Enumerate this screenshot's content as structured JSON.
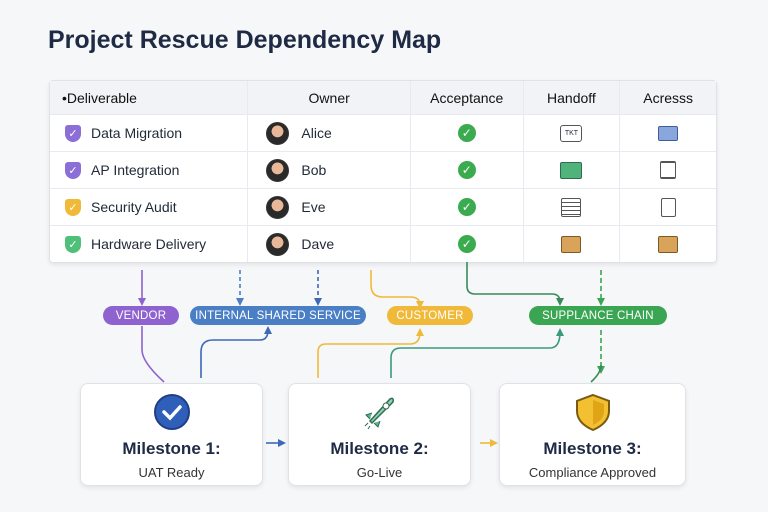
{
  "title": "Project Rescue Dependency Map",
  "table": {
    "headers": [
      "•Deliverable",
      "Owner",
      "Acceptance",
      "Handoff",
      "Acresss"
    ],
    "rows": [
      {
        "deliverable": "Data Migration",
        "owner": "Alice",
        "shield_color": "#8b6fd6",
        "handoff_icon": "ticket-icon",
        "handoff_text": "TKT",
        "access_icon": "badge-icon"
      },
      {
        "deliverable": "AP Integration",
        "owner": "Bob",
        "shield_color": "#8b6fd6",
        "handoff_icon": "chart-board-icon",
        "access_icon": "server-icon"
      },
      {
        "deliverable": "Security Audit",
        "owner": "Eve",
        "shield_color": "#f0b93a",
        "handoff_icon": "document-icon",
        "access_icon": "clipboard-icon"
      },
      {
        "deliverable": "Hardware Delivery",
        "owner": "Dave",
        "shield_color": "#4fbf7a",
        "handoff_icon": "box-icon",
        "access_icon": "box-icon"
      }
    ]
  },
  "groups": [
    {
      "label": "VENDOR",
      "color": "#8e63cf"
    },
    {
      "label": "INTERNAL SHARED SERVICE",
      "color": "#4a7fc6"
    },
    {
      "label": "CUSTOMER",
      "color": "#f0b93a"
    },
    {
      "label": "SUPPLANCE CHAIN",
      "color": "#3aa552"
    }
  ],
  "milestones": [
    {
      "title": "Milestone 1:",
      "subtitle": "UAT Ready",
      "icon": "check-badge-icon"
    },
    {
      "title": "Milestone 2:",
      "subtitle": "Go-Live",
      "icon": "rocket-icon"
    },
    {
      "title": "Milestone 3:",
      "subtitle": "Compliance Approved",
      "icon": "shield-icon"
    }
  ]
}
